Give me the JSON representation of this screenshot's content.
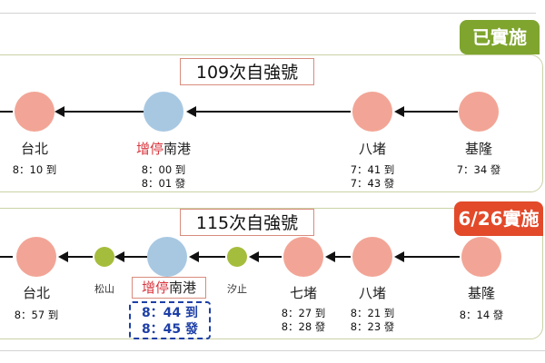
{
  "colors": {
    "badge_done": "#7fa52e",
    "badge_new": "#e24a2a",
    "station_red": "#f2a596",
    "station_blue": "#a8c8e2",
    "station_green": "#a5bd3c",
    "highlight_text": "#d9363e",
    "dashed_box": "#1d3fa6"
  },
  "panel1": {
    "badge": "已實施",
    "title": "109次自強號",
    "stations": [
      {
        "name": "台北",
        "arrive": "8：10 到"
      },
      {
        "prefix": "增停",
        "name": "南港",
        "arrive": "8：00 到",
        "depart": "8：01 發"
      },
      {
        "name": "八堵",
        "arrive": "7：41 到",
        "depart": "7：43 發"
      },
      {
        "name": "基隆",
        "depart": "7：34 發"
      }
    ]
  },
  "panel2": {
    "badge": "6/26實施",
    "title": "115次自強號",
    "stations": [
      {
        "name": "台北",
        "arrive": "8：57 到"
      },
      {
        "name": "松山"
      },
      {
        "prefix": "增停",
        "name": "南港",
        "arrive": "8：44 到",
        "depart": "8：45 發"
      },
      {
        "name": "汐止"
      },
      {
        "name": "七堵",
        "arrive": "8：27 到",
        "depart": "8：28 發"
      },
      {
        "name": "八堵",
        "arrive": "8：21 到",
        "depart": "8：23 發"
      },
      {
        "name": "基隆",
        "depart": "8：14 發"
      }
    ]
  }
}
